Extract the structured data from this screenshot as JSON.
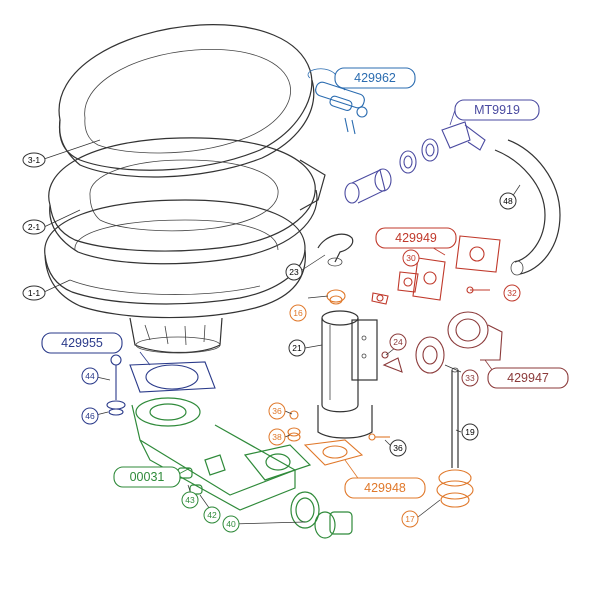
{
  "colors": {
    "black": "#333333",
    "blue": "#2b6cb0",
    "navy": "#2a3a8a",
    "purple": "#4a4aa0",
    "red": "#c0392b",
    "orange": "#e0782a",
    "green": "#2f8a3a",
    "brown": "#8b3a3a"
  },
  "groups": [
    {
      "id": "429962",
      "color": "#2b6cb0"
    },
    {
      "id": "MT9919",
      "color": "#4a4aa0"
    },
    {
      "id": "429949",
      "color": "#c0392b"
    },
    {
      "id": "429955",
      "color": "#2a3a8a"
    },
    {
      "id": "429947",
      "color": "#8b3a3a"
    },
    {
      "id": "00031",
      "color": "#2f8a3a"
    },
    {
      "id": "429948",
      "color": "#e0782a"
    }
  ],
  "parts": {
    "p3_1": "3-1",
    "p2_1": "2-1",
    "p1_1": "1-1",
    "p48": "48",
    "p23": "23",
    "p30": "30",
    "p32": "32",
    "p16": "16",
    "p21": "21",
    "p24": "24",
    "p33": "33",
    "p44": "44",
    "p46": "46",
    "p19": "19",
    "p36a": "36",
    "p38": "38",
    "p36b": "36",
    "p17": "17",
    "p43": "43",
    "p42": "42",
    "p40": "40"
  }
}
